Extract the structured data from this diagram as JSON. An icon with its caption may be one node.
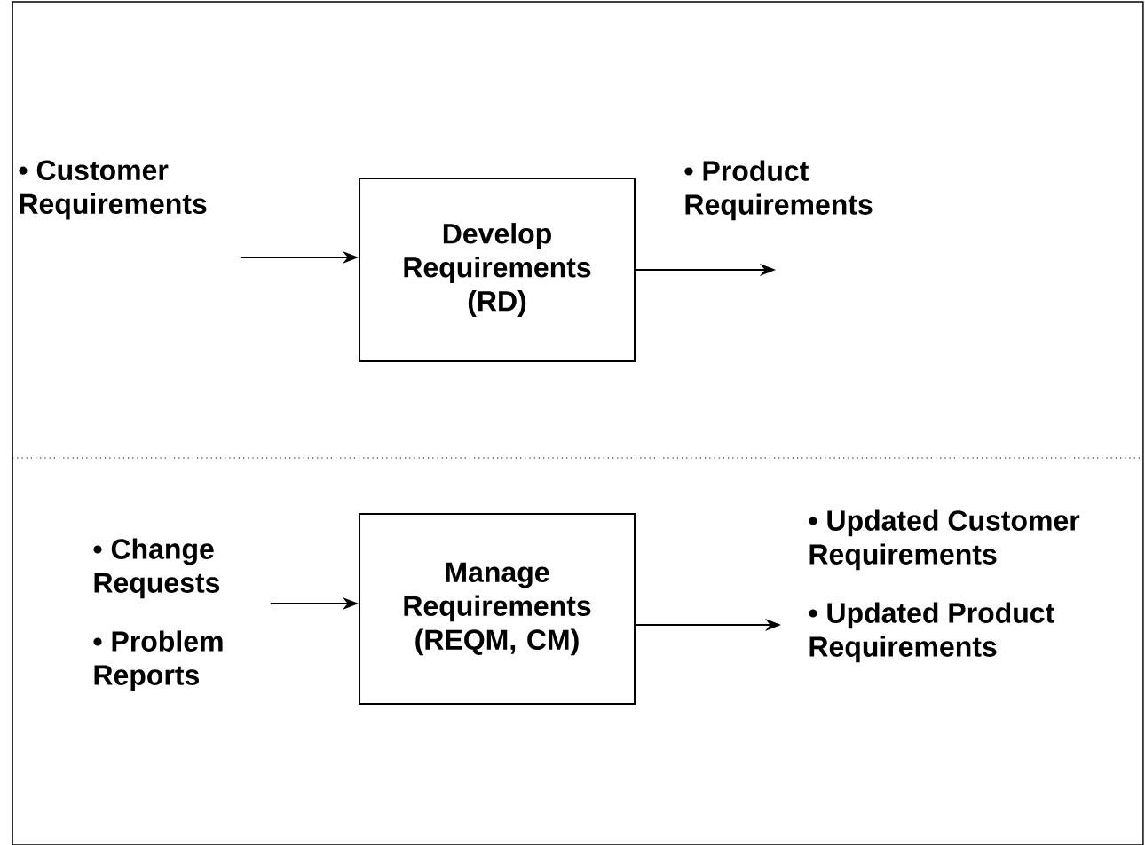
{
  "diagram": {
    "nodes": [
      {
        "text": [
          "• Customer Requirements"
        ]
      },
      {
        "text": [
          "Develop Requirements (RD)"
        ]
      },
      {
        "text": [
          "• Product Requirements"
        ]
      },
      {
        "text": [
          "• Change Requests",
          "• Problem Reports"
        ]
      },
      {
        "text": [
          "Manage Requirements (REQM, CM)"
        ]
      },
      {
        "text": [
          "• Updated Customer Requirements",
          "• Updated Product Requirements"
        ]
      }
    ],
    "edges": [
      {
        "from": 0,
        "to": 1,
        "arrow": "to"
      },
      {
        "from": 1,
        "to": 2,
        "arrow": "to"
      },
      {
        "from": 3,
        "to": 4,
        "arrow": "to"
      },
      {
        "from": 4,
        "to": 5,
        "arrow": "to"
      }
    ]
  }
}
